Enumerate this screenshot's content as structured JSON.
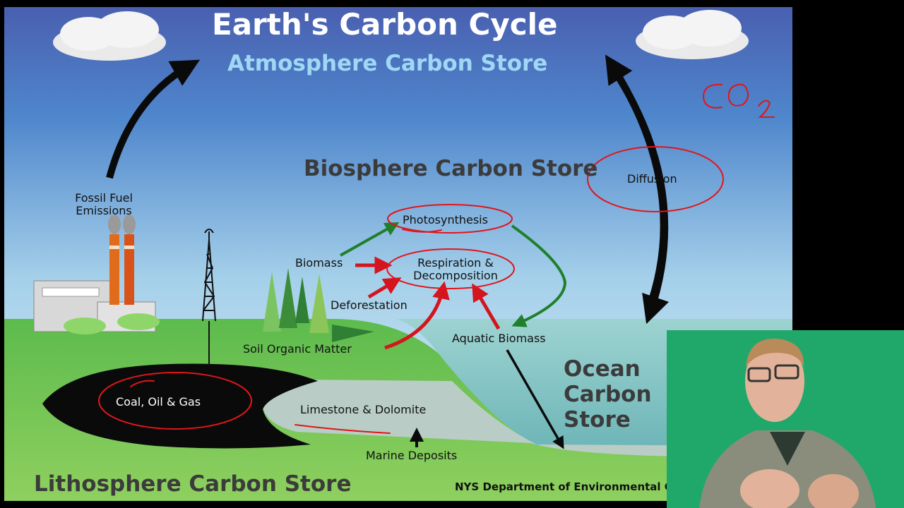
{
  "title": "Earth's Carbon Cycle",
  "atmosphere_store": "Atmosphere Carbon Store",
  "biosphere_store": "Biosphere Carbon Store",
  "ocean_store": "Ocean Carbon Store",
  "lithosphere_store": "Lithosphere Carbon Store",
  "credit": "NYS Department of Environmental Conservation",
  "processes": {
    "fossil_fuel_emissions": "Fossil Fuel Emissions",
    "photosynthesis": "Photosynthesis",
    "respiration": "Respiration & Decomposition",
    "biomass": "Biomass",
    "deforestation": "Deforestation",
    "diffusion": "Diffusion",
    "soil_organic_matter": "Soil Organic Matter",
    "aquatic_biomass": "Aquatic Biomass",
    "coal_oil_gas": "Coal, Oil & Gas",
    "limestone_dolomite": "Limestone & Dolomite",
    "marine_deposits": "Marine Deposits"
  },
  "annotation": {
    "co2_handwritten": "CO2",
    "ink_color": "#e0161b"
  },
  "colors": {
    "sky_top": "#4a5fb0",
    "sky_bottom": "#d8eef5",
    "land": "#4fb348",
    "ocean": "#7fc7c6",
    "sediment": "#b9cdc6",
    "fossil_deposit": "#0a0a0a",
    "arrow_black": "#0a0a0a",
    "arrow_green": "#1f7f2a",
    "arrow_red": "#d4141e",
    "webcam_bg": "#1fa86a"
  }
}
